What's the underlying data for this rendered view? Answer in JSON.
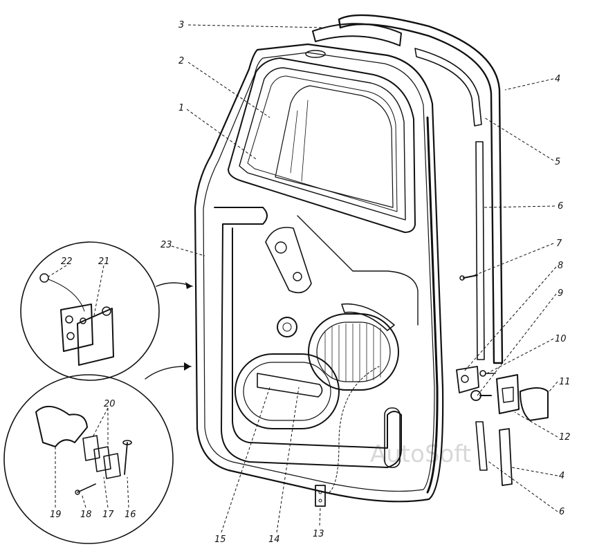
{
  "watermark": "AutoSoft",
  "callouts": [
    {
      "id": "c3",
      "text": "3"
    },
    {
      "id": "c2",
      "text": "2"
    },
    {
      "id": "c1",
      "text": "1"
    },
    {
      "id": "c4a",
      "text": "4"
    },
    {
      "id": "c5",
      "text": "5"
    },
    {
      "id": "c6a",
      "text": "6"
    },
    {
      "id": "c7",
      "text": "7"
    },
    {
      "id": "c8",
      "text": "8"
    },
    {
      "id": "c9",
      "text": "9"
    },
    {
      "id": "c10",
      "text": "10"
    },
    {
      "id": "c11",
      "text": "11"
    },
    {
      "id": "c12",
      "text": "12"
    },
    {
      "id": "c4b",
      "text": "4"
    },
    {
      "id": "c6b",
      "text": "6"
    },
    {
      "id": "c13",
      "text": "13"
    },
    {
      "id": "c14",
      "text": "14"
    },
    {
      "id": "c15",
      "text": "15"
    },
    {
      "id": "c16",
      "text": "16"
    },
    {
      "id": "c17",
      "text": "17"
    },
    {
      "id": "c18",
      "text": "18"
    },
    {
      "id": "c19",
      "text": "19"
    },
    {
      "id": "c20",
      "text": "20"
    },
    {
      "id": "c21",
      "text": "21"
    },
    {
      "id": "c22",
      "text": "22"
    },
    {
      "id": "c23",
      "text": "23"
    }
  ]
}
